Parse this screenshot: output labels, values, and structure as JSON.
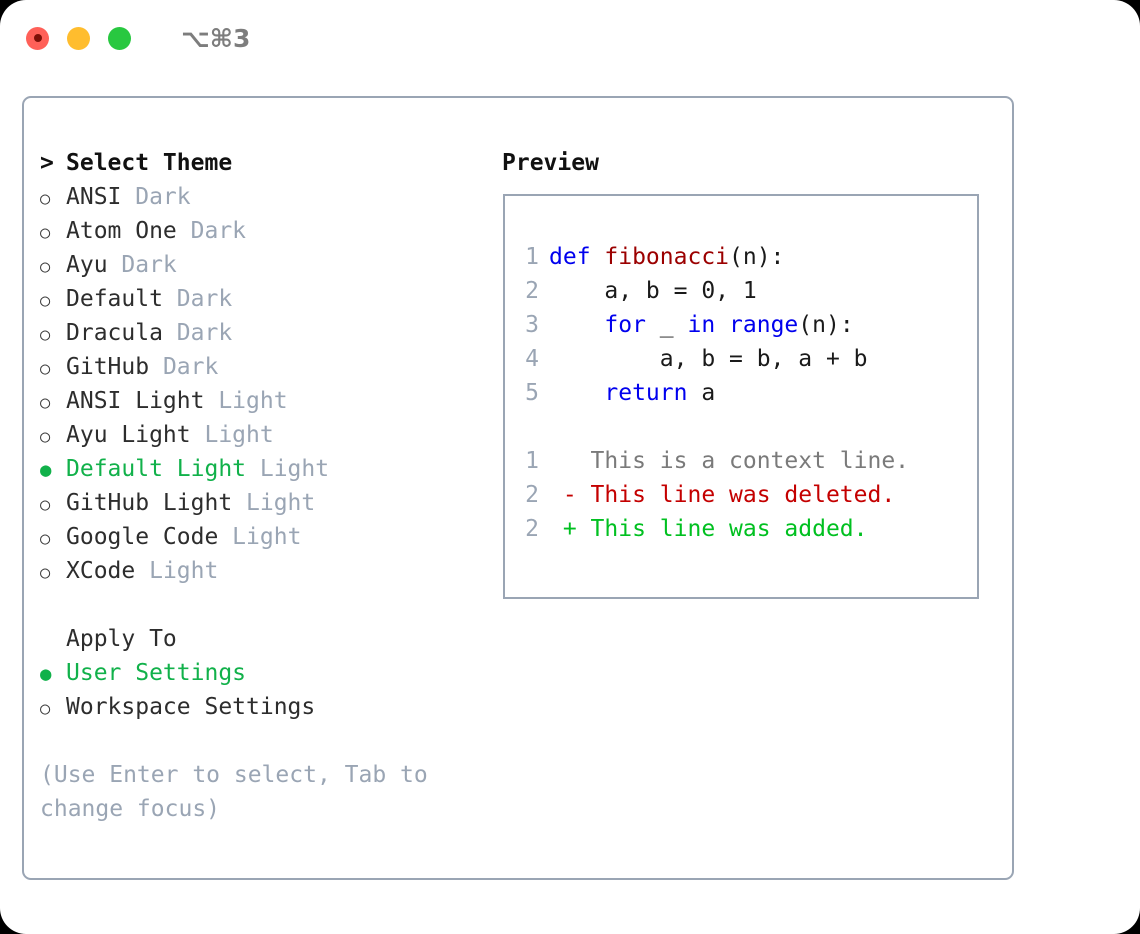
{
  "titlebar": {
    "shortcut": "⌥⌘3",
    "lights": [
      {
        "name": "close",
        "color": "#ff6058"
      },
      {
        "name": "minimize",
        "color": "#ffbd2e"
      },
      {
        "name": "maximize",
        "color": "#28c840"
      }
    ]
  },
  "colors": {
    "selected_green": "#11b14a",
    "muted": "#9aa5b4",
    "border": "#9aa5b4",
    "keyword_blue": "#0000ee",
    "function_red": "#9b0000",
    "diff_added": "#00c020",
    "diff_deleted": "#c40000",
    "diff_context": "#7a7a7a"
  },
  "left_pane": {
    "caret": ">",
    "title": "Select Theme",
    "bullet_selected": "●",
    "bullet_unselected": "○",
    "themes": [
      {
        "label": "ANSI",
        "suffix": "Dark",
        "selected": false
      },
      {
        "label": "Atom One",
        "suffix": "Dark",
        "selected": false
      },
      {
        "label": "Ayu",
        "suffix": "Dark",
        "selected": false
      },
      {
        "label": "Default",
        "suffix": "Dark",
        "selected": false
      },
      {
        "label": "Dracula",
        "suffix": "Dark",
        "selected": false
      },
      {
        "label": "GitHub",
        "suffix": "Dark",
        "selected": false
      },
      {
        "label": "ANSI Light",
        "suffix": "Light",
        "selected": false
      },
      {
        "label": "Ayu Light",
        "suffix": "Light",
        "selected": false
      },
      {
        "label": "Default Light",
        "suffix": "Light",
        "selected": true
      },
      {
        "label": "GitHub Light",
        "suffix": "Light",
        "selected": false
      },
      {
        "label": "Google Code",
        "suffix": "Light",
        "selected": false
      },
      {
        "label": "XCode",
        "suffix": "Light",
        "selected": false
      }
    ],
    "apply_to": {
      "label": "Apply To",
      "options": [
        {
          "label": "User Settings",
          "selected": true
        },
        {
          "label": "Workspace Settings",
          "selected": false
        }
      ]
    },
    "hint": "(Use Enter to select, Tab to change focus)"
  },
  "right_pane": {
    "title": "Preview",
    "code_lines": [
      {
        "no": "1",
        "tokens": [
          {
            "t": "def ",
            "k": "kw"
          },
          {
            "t": "fibonacci",
            "k": "fn"
          },
          {
            "t": "(n):",
            "k": "plain"
          }
        ]
      },
      {
        "no": "2",
        "tokens": [
          {
            "t": "    a, b = 0, 1",
            "k": "plain"
          }
        ]
      },
      {
        "no": "3",
        "tokens": [
          {
            "t": "    ",
            "k": "plain"
          },
          {
            "t": "for",
            "k": "kw"
          },
          {
            "t": " _ ",
            "k": "plain"
          },
          {
            "t": "in",
            "k": "kw"
          },
          {
            "t": " ",
            "k": "plain"
          },
          {
            "t": "range",
            "k": "kw"
          },
          {
            "t": "(n):",
            "k": "plain"
          }
        ]
      },
      {
        "no": "4",
        "tokens": [
          {
            "t": "        a, b = b, a + b",
            "k": "plain"
          }
        ]
      },
      {
        "no": "5",
        "tokens": [
          {
            "t": "    ",
            "k": "plain"
          },
          {
            "t": "return",
            "k": "kw"
          },
          {
            "t": " a",
            "k": "plain"
          }
        ]
      }
    ],
    "diff_lines": [
      {
        "no": "1",
        "marker": " ",
        "text": "This is a context line.",
        "kind": "ctx"
      },
      {
        "no": "2",
        "marker": "-",
        "text": "This line was deleted.",
        "kind": "del"
      },
      {
        "no": "2",
        "marker": "+",
        "text": "This line was added.",
        "kind": "add"
      }
    ]
  }
}
